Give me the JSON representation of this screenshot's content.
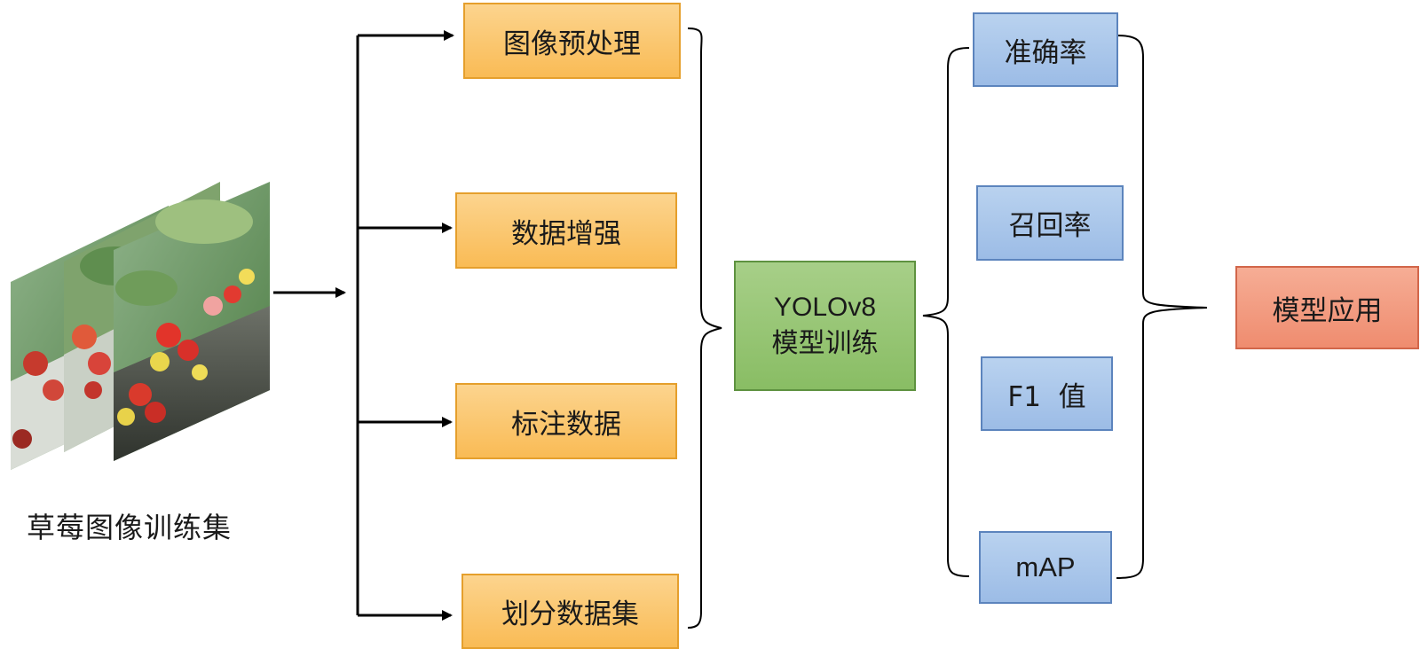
{
  "dataset_label": "草莓图像训练集",
  "preprocess": [
    "图像预处理",
    "数据增强",
    "标注数据",
    "划分数据集"
  ],
  "training": {
    "line1": "YOLOv8",
    "line2": "模型训练"
  },
  "metrics": [
    "准确率",
    "召回率",
    "F1  值",
    "mAP"
  ],
  "application": "模型应用",
  "colors": {
    "orange_box": "#f9c46a",
    "green_box": "#8fc06c",
    "blue_box": "#a9c6ea",
    "red_box": "#f19a7e"
  }
}
